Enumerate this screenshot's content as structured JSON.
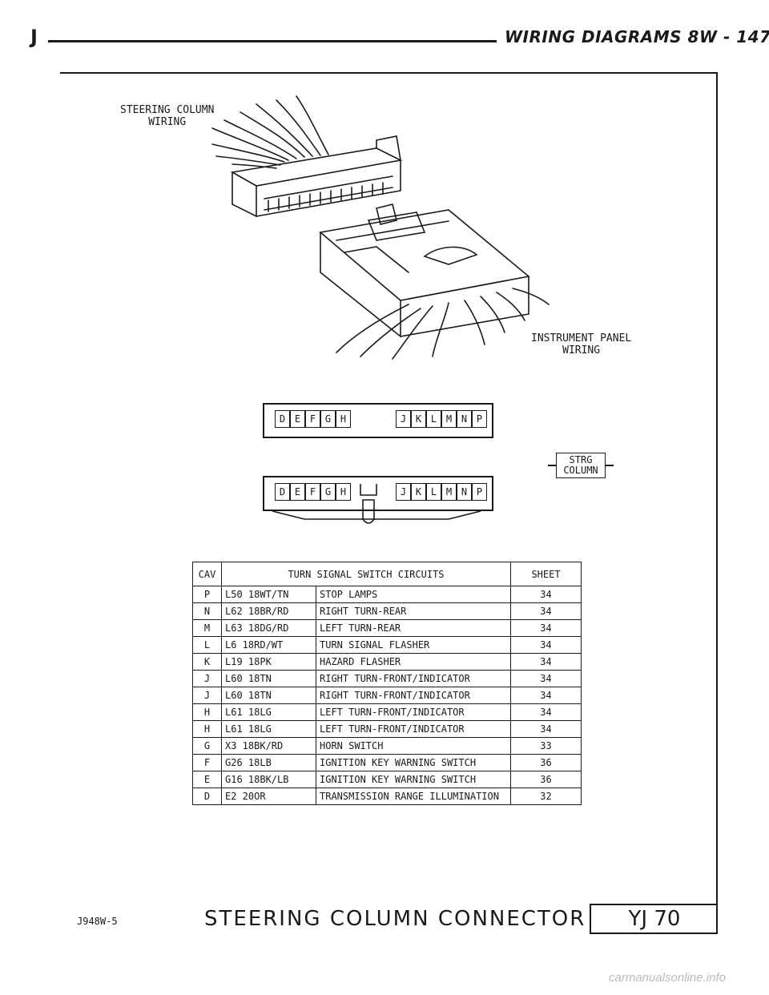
{
  "header": {
    "letter": "J",
    "title": "WIRING DIAGRAMS    8W - 147"
  },
  "labels": {
    "steering_column_wiring": "STEERING COLUMN\nWIRING",
    "instrument_panel_wiring": "INSTRUMENT PANEL\nWIRING",
    "strg_column": "STRG\nCOLUMN"
  },
  "connector": {
    "left_cavities": [
      "D",
      "E",
      "F",
      "G",
      "H"
    ],
    "right_cavities": [
      "J",
      "K",
      "L",
      "M",
      "N",
      "P"
    ]
  },
  "table": {
    "headers": {
      "cav": "CAV",
      "circuits": "TURN SIGNAL SWITCH CIRCUITS",
      "sheet": "SHEET"
    },
    "rows": [
      {
        "cav": "P",
        "wire": "L50 18WT/TN",
        "desc": "STOP LAMPS",
        "sheet": "34"
      },
      {
        "cav": "N",
        "wire": "L62 18BR/RD",
        "desc": "RIGHT TURN-REAR",
        "sheet": "34"
      },
      {
        "cav": "M",
        "wire": "L63 18DG/RD",
        "desc": "LEFT TURN-REAR",
        "sheet": "34"
      },
      {
        "cav": "L",
        "wire": "L6 18RD/WT",
        "desc": "TURN SIGNAL FLASHER",
        "sheet": "34"
      },
      {
        "cav": "K",
        "wire": "L19 18PK",
        "desc": "HAZARD FLASHER",
        "sheet": "34"
      },
      {
        "cav": "J",
        "wire": "L60 18TN",
        "desc": "RIGHT TURN-FRONT/INDICATOR",
        "sheet": "34"
      },
      {
        "cav": "J",
        "wire": "L60 18TN",
        "desc": "RIGHT TURN-FRONT/INDICATOR",
        "sheet": "34"
      },
      {
        "cav": "H",
        "wire": "L61 18LG",
        "desc": "LEFT TURN-FRONT/INDICATOR",
        "sheet": "34"
      },
      {
        "cav": "H",
        "wire": "L61 18LG",
        "desc": "LEFT TURN-FRONT/INDICATOR",
        "sheet": "34"
      },
      {
        "cav": "G",
        "wire": "X3 18BK/RD",
        "desc": "HORN SWITCH",
        "sheet": "33"
      },
      {
        "cav": "F",
        "wire": "G26 18LB",
        "desc": "IGNITION KEY WARNING SWITCH",
        "sheet": "36"
      },
      {
        "cav": "E",
        "wire": "G16 18BK/LB",
        "desc": "IGNITION KEY WARNING SWITCH",
        "sheet": "36"
      },
      {
        "cav": "D",
        "wire": "E2 20OR",
        "desc": "TRANSMISSION RANGE ILLUMINATION",
        "sheet": "32"
      }
    ]
  },
  "footer": {
    "code": "J948W-5",
    "title": "STEERING COLUMN CONNECTOR",
    "model": "YJ 70"
  },
  "watermark": "carmanualsonline.info"
}
